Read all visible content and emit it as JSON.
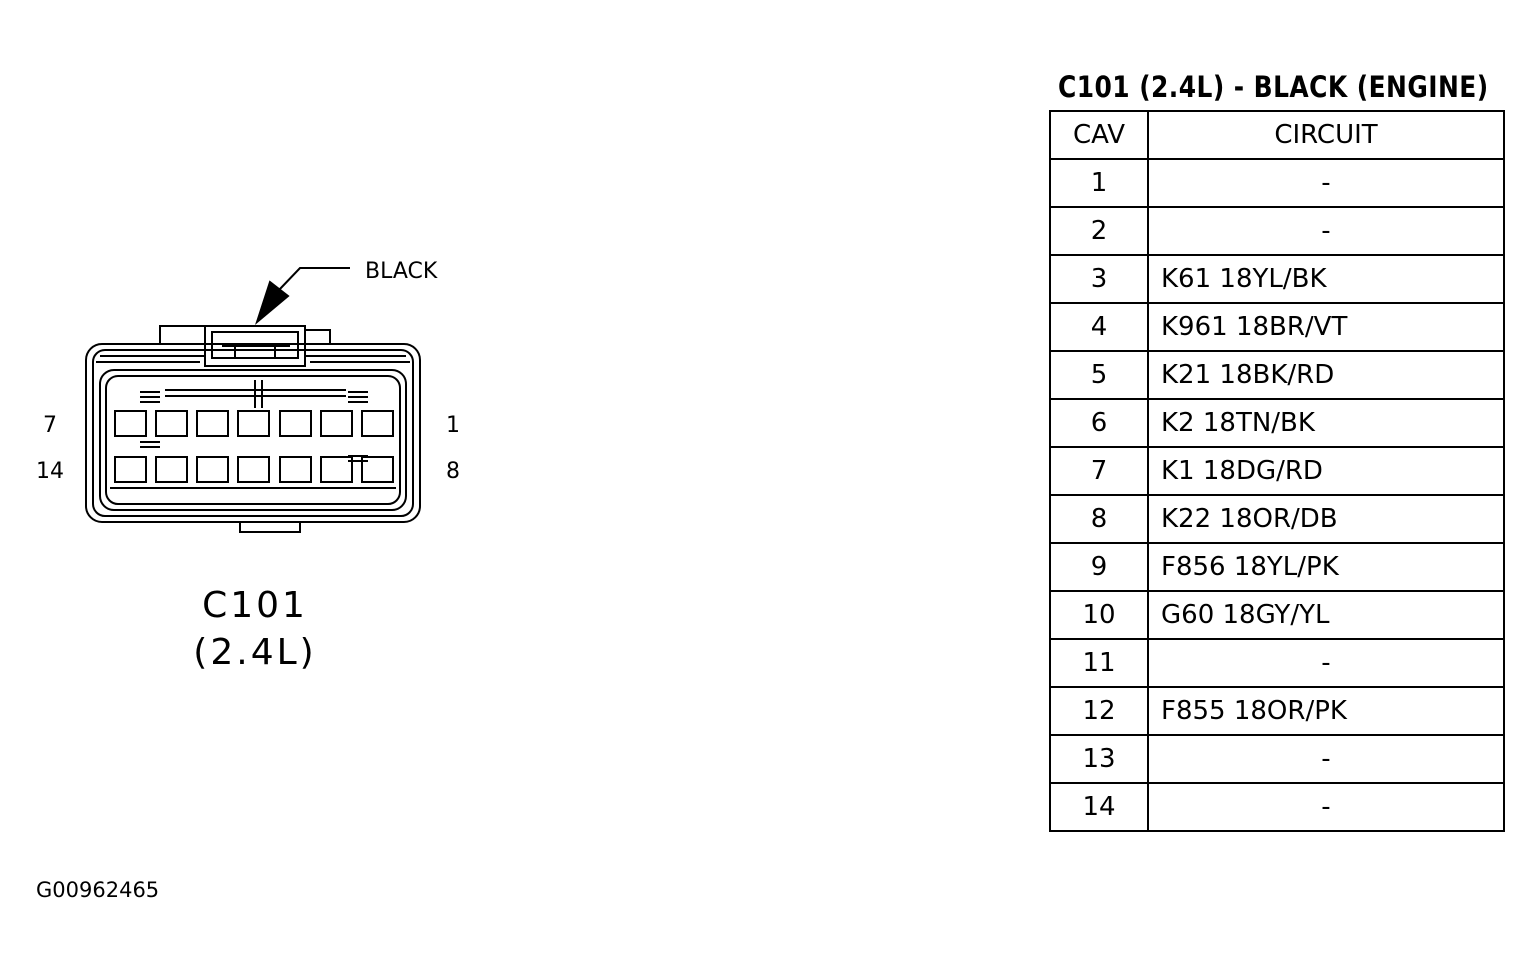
{
  "connector": {
    "callout_label": "BLACK",
    "name": "C101",
    "variant": "(2.4L)",
    "pin_labels": {
      "top_left": "7",
      "top_right": "1",
      "bottom_left": "14",
      "bottom_right": "8"
    }
  },
  "table": {
    "title": "C101 (2.4L) - BLACK (ENGINE)",
    "headers": {
      "cav": "CAV",
      "circuit": "CIRCUIT"
    },
    "rows": [
      {
        "cav": "1",
        "circuit": "-"
      },
      {
        "cav": "2",
        "circuit": "-"
      },
      {
        "cav": "3",
        "circuit": "K61 18YL/BK"
      },
      {
        "cav": "4",
        "circuit": "K961 18BR/VT"
      },
      {
        "cav": "5",
        "circuit": "K21 18BK/RD"
      },
      {
        "cav": "6",
        "circuit": "K2 18TN/BK"
      },
      {
        "cav": "7",
        "circuit": "K1 18DG/RD"
      },
      {
        "cav": "8",
        "circuit": "K22 18OR/DB"
      },
      {
        "cav": "9",
        "circuit": "F856 18YL/PK"
      },
      {
        "cav": "10",
        "circuit": "G60 18GY/YL"
      },
      {
        "cav": "11",
        "circuit": "-"
      },
      {
        "cav": "12",
        "circuit": "F855 18OR/PK"
      },
      {
        "cav": "13",
        "circuit": "-"
      },
      {
        "cav": "14",
        "circuit": "-"
      }
    ]
  },
  "figure_id": "G00962465"
}
